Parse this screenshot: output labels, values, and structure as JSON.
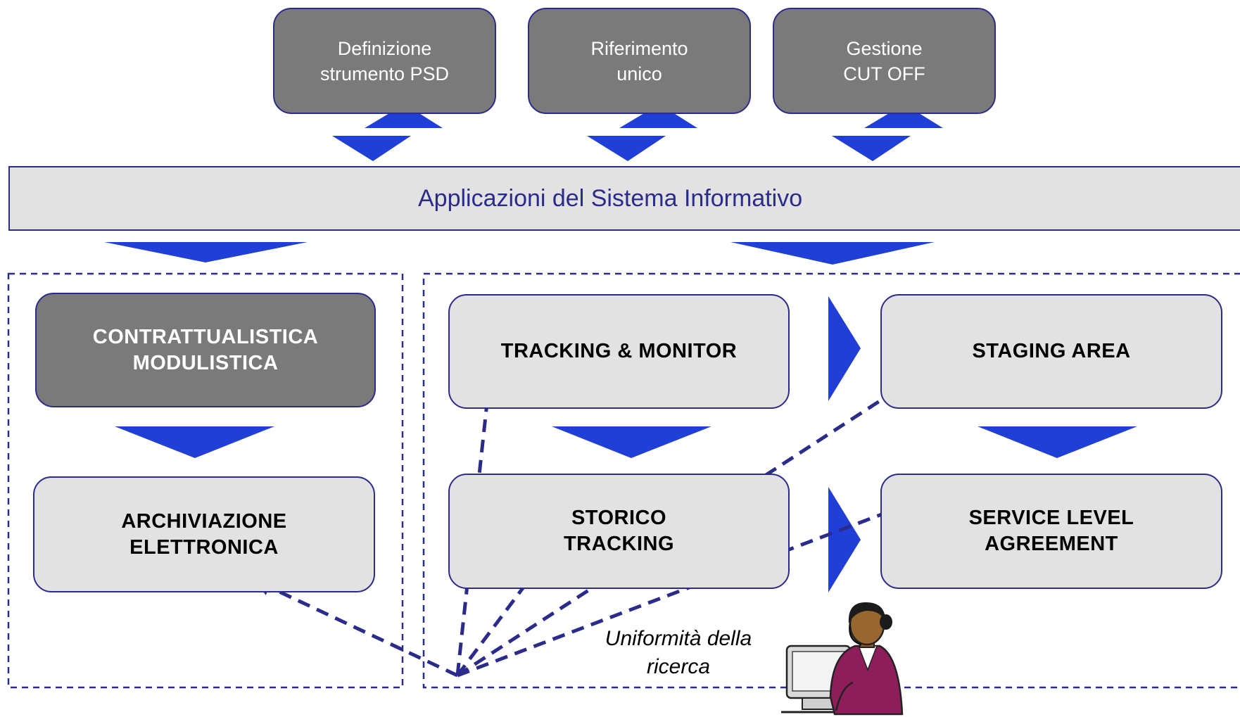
{
  "top_boxes": [
    {
      "line1": "Definizione",
      "line2": "strumento PSD"
    },
    {
      "line1": "Riferimento",
      "line2": "unico"
    },
    {
      "line1": "Gestione",
      "line2": "CUT OFF"
    }
  ],
  "system_bar": {
    "label": "Applicazioni del Sistema Informativo"
  },
  "left_group": {
    "box1": {
      "line1": "CONTRATTUALISTICA",
      "line2": "MODULISTICA"
    },
    "box2": {
      "line1": "ARCHIVIAZIONE",
      "line2": "ELETTRONICA"
    }
  },
  "right_group": {
    "tracking": {
      "label": "TRACKING & MONITOR"
    },
    "staging": {
      "label": "STAGING AREA"
    },
    "storico": {
      "line1": "STORICO",
      "line2": "TRACKING"
    },
    "sla": {
      "line1": "SERVICE LEVEL",
      "line2": "AGREEMENT"
    }
  },
  "caption": {
    "line1": "Uniformità della",
    "line2": "ricerca"
  },
  "colors": {
    "arrow": "#1f3fd6",
    "border": "#2b2b8c",
    "dark_box": "#7a7a7a",
    "light_box": "#e2e2e2",
    "dashed": "#2b2b8c"
  },
  "icons": [
    "user-at-computer-icon"
  ]
}
